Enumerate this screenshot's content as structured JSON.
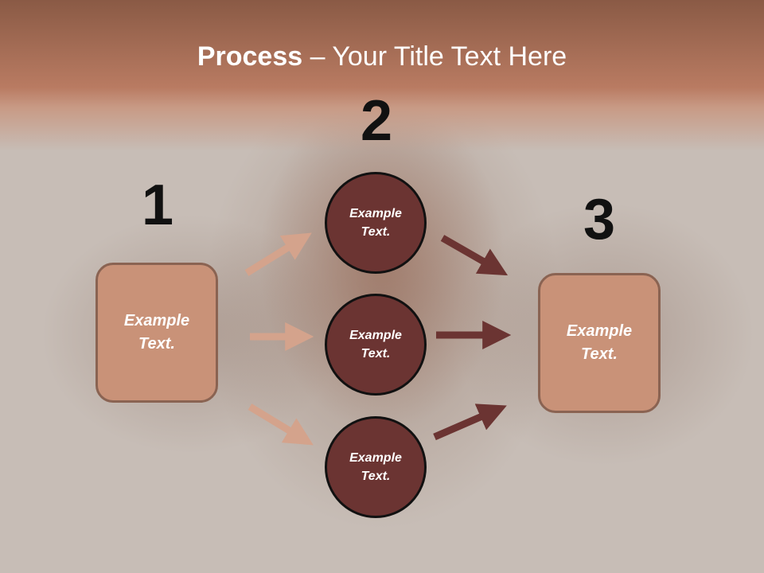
{
  "title": {
    "bold": "Process",
    "rest": " – Your Title Text Here"
  },
  "steps": [
    {
      "number": "1"
    },
    {
      "number": "2"
    },
    {
      "number": "3"
    }
  ],
  "left_box": {
    "text": "Example Text."
  },
  "circles": [
    {
      "text": "Example Text."
    },
    {
      "text": "Example Text."
    },
    {
      "text": "Example Text."
    }
  ],
  "right_box": {
    "text": "Example Text."
  },
  "colors": {
    "box_fill": "#c99278",
    "circle_fill": "#6b3432",
    "arrow_light": "#d4a38c",
    "arrow_dark": "#6b3432"
  }
}
